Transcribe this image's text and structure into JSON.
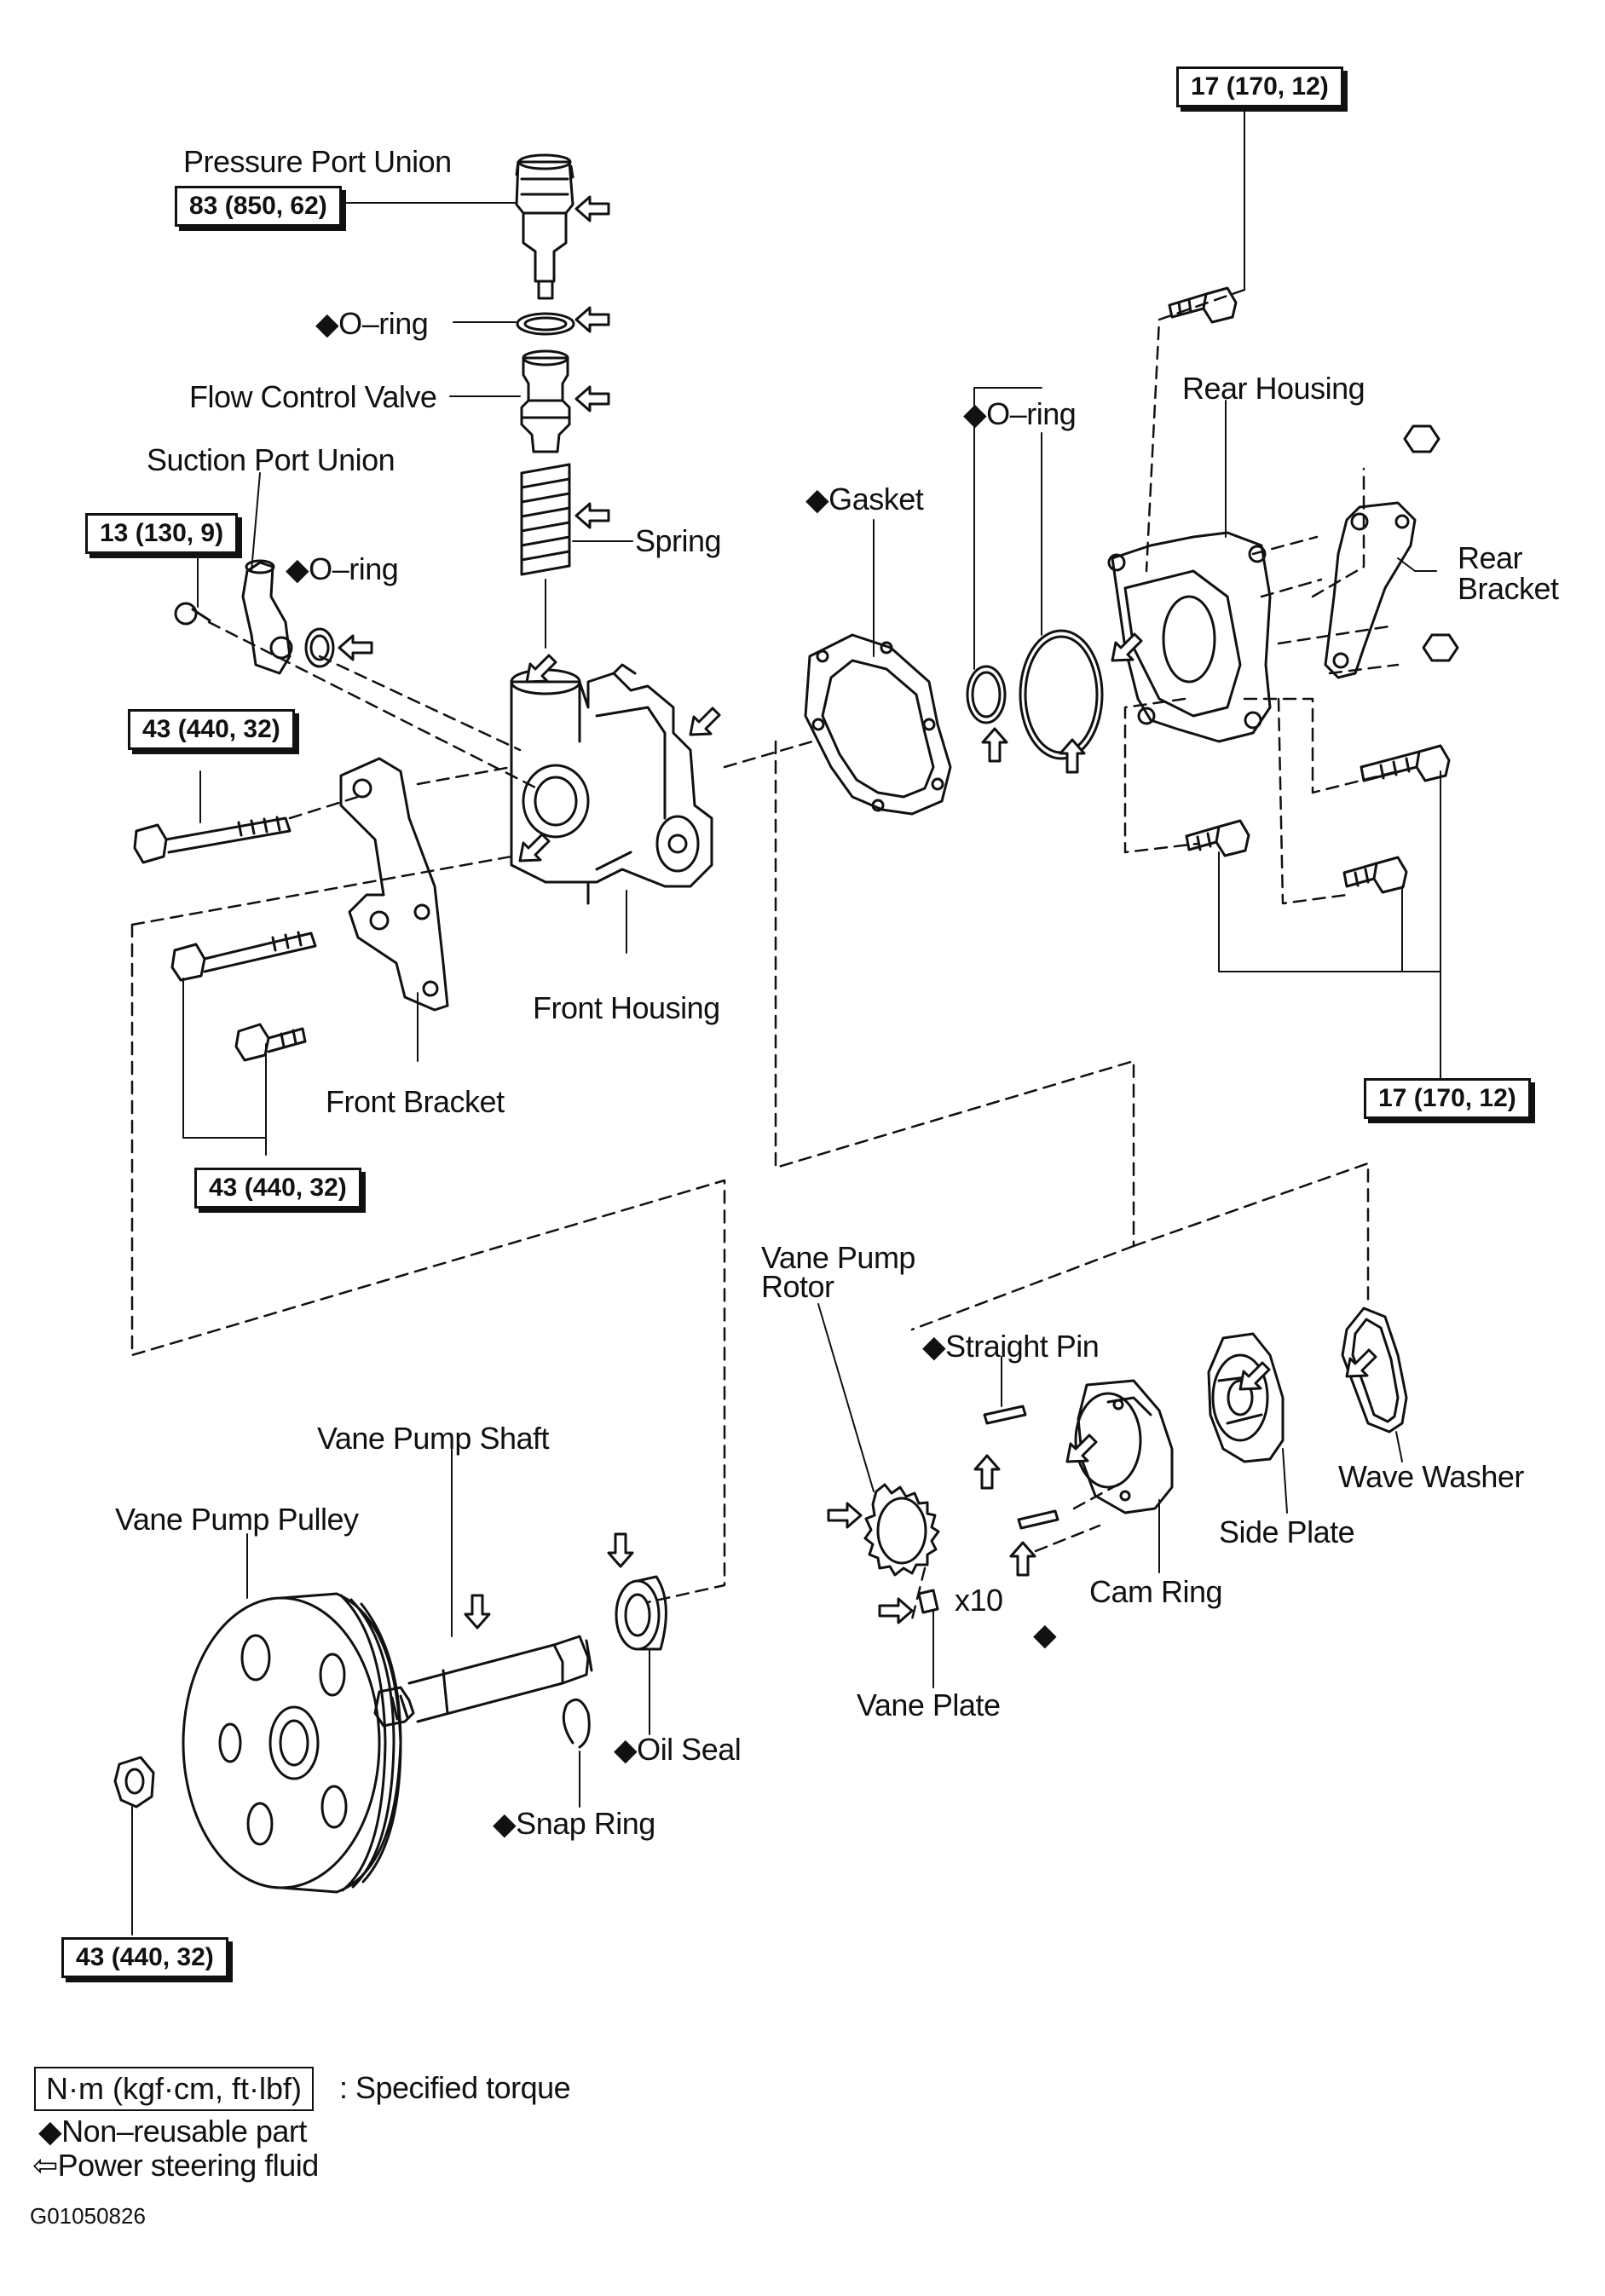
{
  "labels": {
    "pressure_port_union": "Pressure Port Union",
    "oring_top": "◆O–ring",
    "flow_control_valve": "Flow Control Valve",
    "suction_port_union": "Suction Port Union",
    "oring_suction": "◆O–ring",
    "spring": "Spring",
    "gasket": "◆Gasket",
    "oring_right": "◆O–ring",
    "rear_housing": "Rear Housing",
    "rear_bracket_1": "Rear",
    "rear_bracket_2": "Bracket",
    "front_housing": "Front Housing",
    "front_bracket": "Front Bracket",
    "vane_pump_rotor_1": "Vane Pump",
    "vane_pump_rotor_2": "Rotor",
    "straight_pin": "◆Straight Pin",
    "wave_washer": "Wave Washer",
    "side_plate": "Side Plate",
    "cam_ring": "Cam Ring",
    "x10": "x10",
    "vane_plate": "Vane Plate",
    "vane_pump_shaft": "Vane Pump Shaft",
    "vane_pump_pulley": "Vane Pump Pulley",
    "oil_seal": "◆Oil Seal",
    "snap_ring": "◆Snap Ring",
    "diamond_marker": "◆"
  },
  "torques": {
    "pressure_port": "83 (850, 62)",
    "suction_port": "13 (130, 9)",
    "front_bolt_long": "43 (440, 32)",
    "front_bracket_bolts": "43 (440, 32)",
    "rear_top": "17 (170, 12)",
    "rear_bottom": "17 (170, 12)",
    "pulley_nut": "43 (440, 32)"
  },
  "legend": {
    "torque_unit": "N·m (kgf·cm, ft·lbf)",
    "torque_desc": ": Specified torque",
    "non_reusable": "◆Non–reusable part",
    "fluid": "⇦Power steering fluid"
  },
  "figure_id": "G01050826"
}
